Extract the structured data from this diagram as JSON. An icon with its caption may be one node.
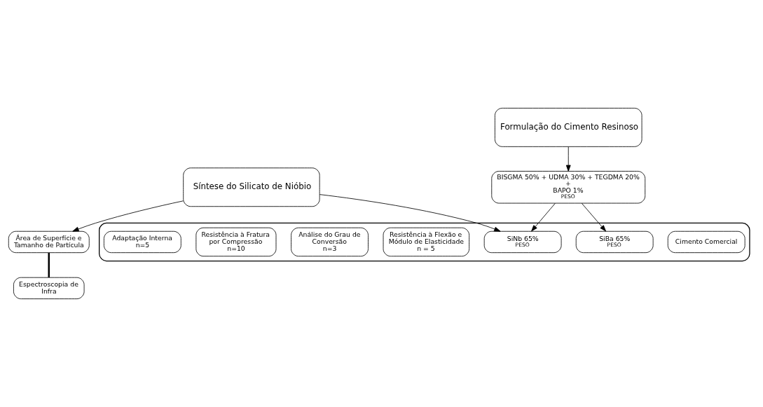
{
  "diagram": {
    "nodes": [
      {
        "text": [
          "Síntese do Silicato de Nióbio"
        ]
      },
      {
        "text": [
          "Formulação do Cimento Resinoso"
        ]
      },
      {
        "text": [
          "Área de Superfície e Tamanho de Partícula"
        ]
      },
      {
        "text": [
          "Espectroscopia de Infra"
        ]
      },
      {
        "text": [
          "BISGMA 50% + UDMA 30% + TEGDMA 20%",
          "+",
          "BAPO 1%",
          "PESO"
        ]
      },
      {
        "text": [],
        "shape": "box"
      },
      {
        "text": [
          "Cimento Comercial"
        ],
        "in": 5
      },
      {
        "text": [
          "SiNb 65%",
          "PESO"
        ],
        "in": 5
      },
      {
        "text": [
          "SiBa 65%",
          "PESO"
        ],
        "in": 5
      },
      {
        "text": [
          "Resistência à Flexão e Módulo de Elasticidade",
          "n = 5"
        ],
        "in": 5
      },
      {
        "text": [
          "Análise do Grau de Conversão",
          "n=3"
        ],
        "in": 5
      },
      {
        "text": [
          "Resistência à Fratura por Compressão",
          "n=10"
        ],
        "in": 5
      },
      {
        "text": [
          "Adaptação Interna",
          "n=5"
        ],
        "in": 5
      }
    ],
    "edges": [
      {
        "from": 0,
        "to": 2,
        "arrow": "to"
      },
      {
        "from": 2,
        "to": 3,
        "arrow": "none",
        "style": "thick"
      },
      {
        "from": 1,
        "to": 4,
        "arrow": "to"
      },
      {
        "from": 0,
        "to": 7,
        "arrow": "to"
      },
      {
        "from": 4,
        "to": 7,
        "arrow": "to"
      },
      {
        "from": 4,
        "to": 8,
        "arrow": "to"
      }
    ]
  }
}
